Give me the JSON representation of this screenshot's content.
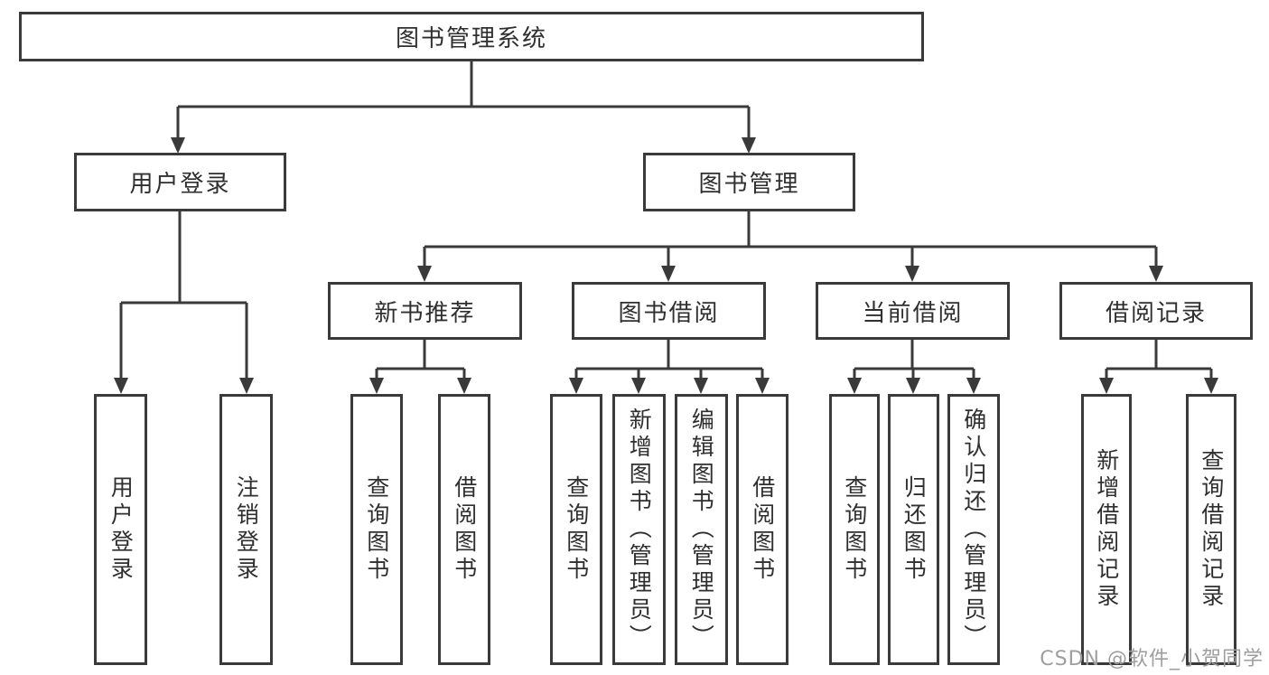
{
  "diagram": {
    "root": {
      "label": "图书管理系统",
      "children": [
        {
          "label": "用户登录",
          "children": [
            {
              "label": "用户登录"
            },
            {
              "label": "注销登录"
            }
          ]
        },
        {
          "label": "图书管理",
          "children": [
            {
              "label": "新书推荐",
              "children": [
                {
                  "label": "查询图书"
                },
                {
                  "label": "借阅图书"
                }
              ]
            },
            {
              "label": "图书借阅",
              "children": [
                {
                  "label": "查询图书"
                },
                {
                  "label": "新增图书（管理员）"
                },
                {
                  "label": "编辑图书（管理员）"
                },
                {
                  "label": "借阅图书"
                }
              ]
            },
            {
              "label": "当前借阅",
              "children": [
                {
                  "label": "查询图书"
                },
                {
                  "label": "归还图书"
                },
                {
                  "label": "确认归还（管理员）"
                }
              ]
            },
            {
              "label": "借阅记录",
              "children": [
                {
                  "label": "新增借阅记录"
                },
                {
                  "label": "查询借阅记录"
                }
              ]
            }
          ]
        }
      ]
    }
  },
  "watermark": {
    "text": "CSDN @软件_小贺同学"
  },
  "colors": {
    "line": "#3a3a3a",
    "text": "#2f2f2f",
    "background": "#ffffff",
    "watermark": "#9e9e9e"
  }
}
